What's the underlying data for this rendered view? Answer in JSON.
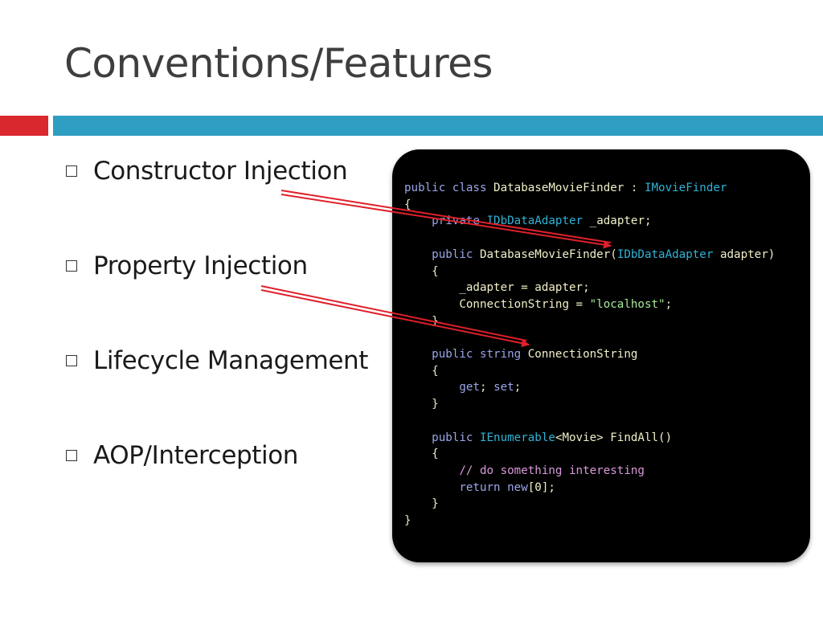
{
  "slide": {
    "title": "Conventions/Features",
    "bullets": [
      {
        "label": "Constructor Injection"
      },
      {
        "label": "Property Injection"
      },
      {
        "label": "Lifecycle Management"
      },
      {
        "label": "AOP/Interception"
      }
    ]
  },
  "colors": {
    "accent_red": "#d9282e",
    "accent_blue": "#2e9ec2",
    "arrow": "#e0202a"
  },
  "code": {
    "language": "csharp",
    "lines": [
      [
        {
          "t": "public class ",
          "c": "kw"
        },
        {
          "t": "DatabaseMovieFinder",
          "c": "id"
        },
        {
          "t": " : ",
          "c": "pn"
        },
        {
          "t": "IMovieFinder",
          "c": "typ"
        }
      ],
      [
        {
          "t": "{",
          "c": "pn"
        }
      ],
      [
        {
          "t": "    "
        },
        {
          "t": "private ",
          "c": "kw"
        },
        {
          "t": "IDbDataAdapter",
          "c": "typ"
        },
        {
          "t": " _adapter;",
          "c": "id"
        }
      ],
      [
        {
          "t": ""
        }
      ],
      [
        {
          "t": "    "
        },
        {
          "t": "public ",
          "c": "kw"
        },
        {
          "t": "DatabaseMovieFinder",
          "c": "id"
        },
        {
          "t": "(",
          "c": "pn"
        },
        {
          "t": "IDbDataAdapter",
          "c": "typ"
        },
        {
          "t": " adapter)",
          "c": "id"
        }
      ],
      [
        {
          "t": "    {",
          "c": "pn"
        }
      ],
      [
        {
          "t": "        "
        },
        {
          "t": "_adapter = adapter;",
          "c": "id"
        }
      ],
      [
        {
          "t": "        "
        },
        {
          "t": "ConnectionString = ",
          "c": "id"
        },
        {
          "t": "\"localhost\"",
          "c": "str"
        },
        {
          "t": ";",
          "c": "pn"
        }
      ],
      [
        {
          "t": "    }",
          "c": "pn"
        }
      ],
      [
        {
          "t": ""
        }
      ],
      [
        {
          "t": "    "
        },
        {
          "t": "public string ",
          "c": "kw"
        },
        {
          "t": "ConnectionString",
          "c": "id"
        }
      ],
      [
        {
          "t": "    {",
          "c": "pn"
        }
      ],
      [
        {
          "t": "        "
        },
        {
          "t": "get",
          "c": "kw"
        },
        {
          "t": "; ",
          "c": "pn"
        },
        {
          "t": "set",
          "c": "kw"
        },
        {
          "t": ";",
          "c": "pn"
        }
      ],
      [
        {
          "t": "    }",
          "c": "pn"
        }
      ],
      [
        {
          "t": ""
        }
      ],
      [
        {
          "t": "    "
        },
        {
          "t": "public ",
          "c": "kw"
        },
        {
          "t": "IEnumerable",
          "c": "typ"
        },
        {
          "t": "<Movie> FindAll()",
          "c": "id"
        }
      ],
      [
        {
          "t": "    {",
          "c": "pn"
        }
      ],
      [
        {
          "t": "        "
        },
        {
          "t": "// do something interesting",
          "c": "cm"
        }
      ],
      [
        {
          "t": "        "
        },
        {
          "t": "return new",
          "c": "kw"
        },
        {
          "t": "[0];",
          "c": "id"
        }
      ],
      [
        {
          "t": "    }",
          "c": "pn"
        }
      ],
      [
        {
          "t": "}",
          "c": "pn"
        }
      ]
    ]
  }
}
